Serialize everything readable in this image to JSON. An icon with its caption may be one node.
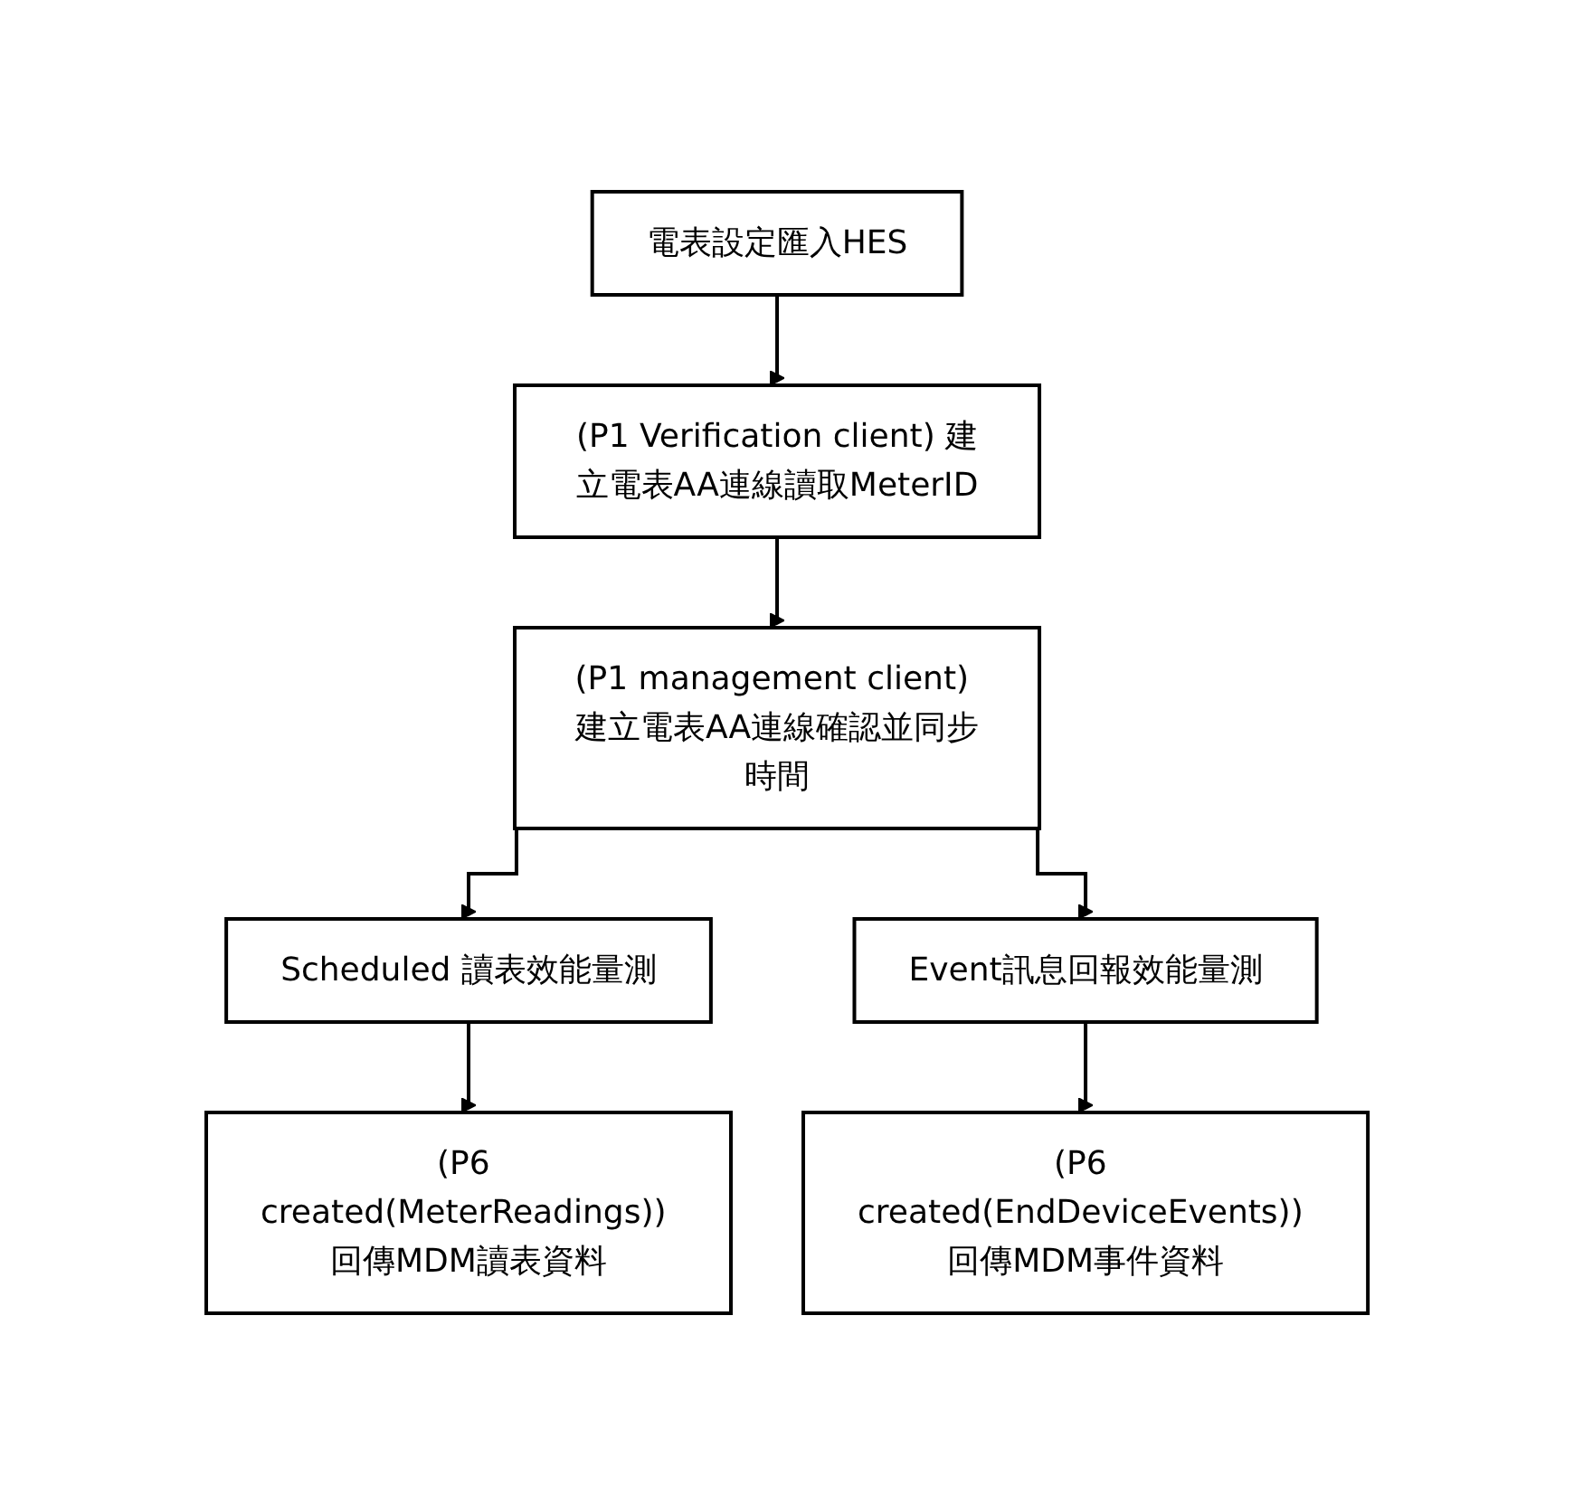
{
  "diagram": {
    "nodes": [
      {
        "text": [
          "電表設定匯入HES"
        ]
      },
      {
        "text": [
          "(P1 Verification client) 建立電表AA連線讀取MeterID"
        ]
      },
      {
        "text": [
          "(P1 management client) 建立電表AA連線確認並同步時間"
        ]
      },
      {
        "text": [
          "Scheduled 讀表效能量測"
        ]
      },
      {
        "text": [
          "Event訊息回報效能量測"
        ]
      },
      {
        "text": [
          "(P6 created(MeterReadings)) 回傳MDM讀表資料"
        ]
      },
      {
        "text": [
          "(P6 created(EndDeviceEvents)) 回傳MDM事件資料"
        ]
      }
    ],
    "edges": [
      {
        "from": 0,
        "to": 1,
        "arrow": "to"
      },
      {
        "from": 1,
        "to": 2,
        "arrow": "to"
      },
      {
        "from": 2,
        "to": 3,
        "arrow": "to"
      },
      {
        "from": 2,
        "to": 4,
        "arrow": "to"
      },
      {
        "from": 3,
        "to": 5,
        "arrow": "to"
      },
      {
        "from": 4,
        "to": 6,
        "arrow": "to"
      }
    ]
  }
}
